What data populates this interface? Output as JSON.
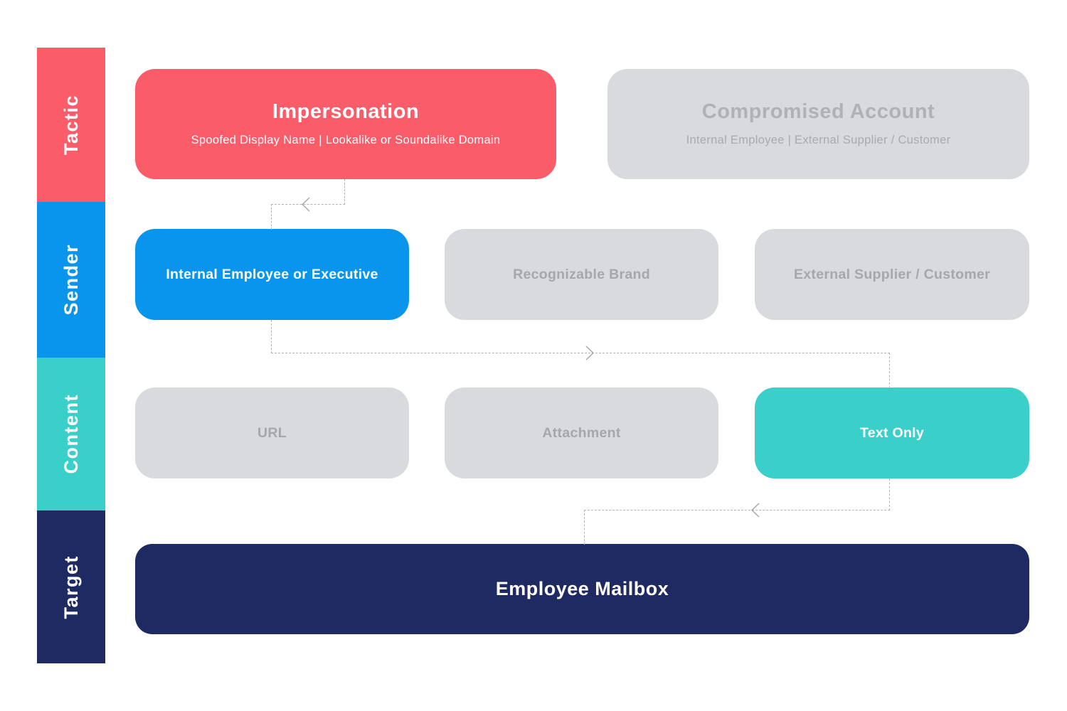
{
  "palette": {
    "red": "#FB5C69",
    "blue": "#0995EC",
    "teal": "#3BCFC9",
    "navy": "#1F2A63",
    "gray_box": "#D8DADD",
    "gray_text": "#A7A9AF",
    "connector_line": "#B3B3B3"
  },
  "sidebar": {
    "items": [
      {
        "label": "Tactic",
        "color": "#FB5C69"
      },
      {
        "label": "Sender",
        "color": "#0995EC"
      },
      {
        "label": "Content",
        "color": "#3BCFC9"
      },
      {
        "label": "Target",
        "color": "#1F2A63"
      }
    ]
  },
  "rows": {
    "tactic": {
      "boxes": [
        {
          "title": "Impersonation",
          "subtitle": "Spoofed Display Name | Lookalike or Soundalike Domain",
          "highlighted": true,
          "color": "#FB5C69"
        },
        {
          "title": "Compromised Account",
          "subtitle": "Internal Employee | External Supplier / Customer",
          "highlighted": false,
          "color": "#D8DADD"
        }
      ]
    },
    "sender": {
      "boxes": [
        {
          "label": "Internal Employee or Executive",
          "highlighted": true,
          "color": "#0995EC"
        },
        {
          "label": "Recognizable Brand",
          "highlighted": false,
          "color": "#D8DADD"
        },
        {
          "label": "External Supplier / Customer",
          "highlighted": false,
          "color": "#D8DADD"
        }
      ]
    },
    "content": {
      "boxes": [
        {
          "label": "URL",
          "highlighted": false,
          "color": "#D8DADD"
        },
        {
          "label": "Attachment",
          "highlighted": false,
          "color": "#D8DADD"
        },
        {
          "label": "Text Only",
          "highlighted": true,
          "color": "#3BCFC9"
        }
      ]
    },
    "target": {
      "boxes": [
        {
          "label": "Employee Mailbox",
          "highlighted": true,
          "color": "#1F2A63"
        }
      ]
    }
  },
  "connectors": [
    {
      "from": "Impersonation",
      "to": "Internal Employee or Executive",
      "arrow": "left"
    },
    {
      "from": "Internal Employee or Executive",
      "to": "Text Only",
      "arrow": "right"
    },
    {
      "from": "Text Only",
      "to": "Employee Mailbox",
      "arrow": "left"
    }
  ]
}
